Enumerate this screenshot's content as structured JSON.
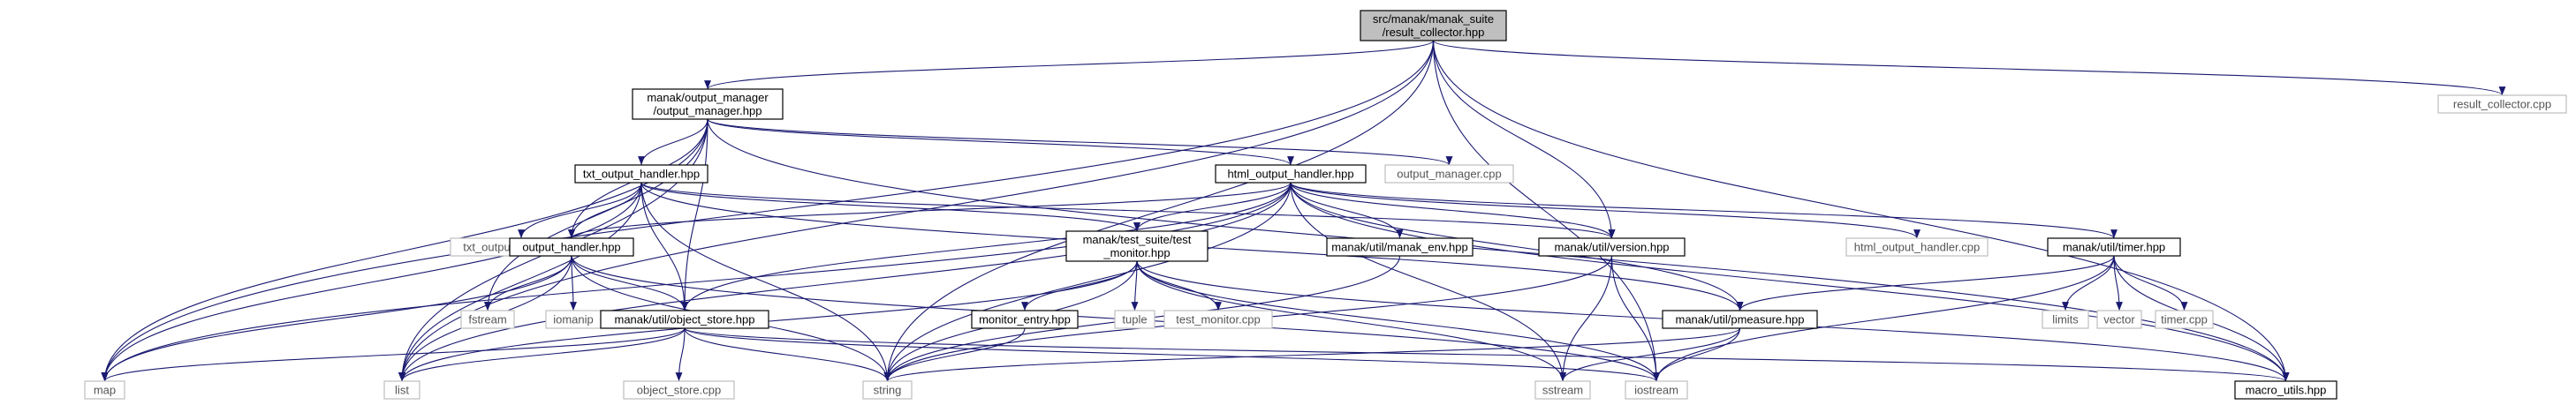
{
  "diagram": {
    "colors": {
      "edge": "#191970",
      "root_fill": "#bfbfbf",
      "node_fill": "#ffffff",
      "node_border": "#000000",
      "leaf_border": "#bfbfbf"
    },
    "nodes": [
      {
        "id": "root",
        "lines": [
          "src/manak/manak_suite",
          "/result_collector.hpp"
        ],
        "kind": "root"
      },
      {
        "id": "output_manager",
        "lines": [
          "manak/output_manager",
          "/output_manager.hpp"
        ],
        "kind": "file"
      },
      {
        "id": "result_collector_cpp",
        "lines": [
          "result_collector.cpp"
        ],
        "kind": "leaf"
      },
      {
        "id": "txt_output_handler",
        "lines": [
          "txt_output_handler.hpp"
        ],
        "kind": "file"
      },
      {
        "id": "html_output_handler",
        "lines": [
          "html_output_handler.hpp"
        ],
        "kind": "file"
      },
      {
        "id": "output_manager_cpp",
        "lines": [
          "output_manager.cpp"
        ],
        "kind": "leaf"
      },
      {
        "id": "txt_output_handler_cpp",
        "lines": [
          "txt_output_handler.cpp"
        ],
        "kind": "leaf"
      },
      {
        "id": "output_handler",
        "lines": [
          "output_handler.hpp"
        ],
        "kind": "file"
      },
      {
        "id": "test_monitor",
        "lines": [
          "manak/test_suite/test",
          "_monitor.hpp"
        ],
        "kind": "file"
      },
      {
        "id": "manak_env",
        "lines": [
          "manak/util/manak_env.hpp"
        ],
        "kind": "file"
      },
      {
        "id": "version",
        "lines": [
          "manak/util/version.hpp"
        ],
        "kind": "file"
      },
      {
        "id": "html_output_handler_cpp",
        "lines": [
          "html_output_handler.cpp"
        ],
        "kind": "leaf"
      },
      {
        "id": "timer",
        "lines": [
          "manak/util/timer.hpp"
        ],
        "kind": "file"
      },
      {
        "id": "fstream",
        "lines": [
          "fstream"
        ],
        "kind": "leaf"
      },
      {
        "id": "iomanip",
        "lines": [
          "iomanip"
        ],
        "kind": "leaf"
      },
      {
        "id": "object_store",
        "lines": [
          "manak/util/object_store.hpp"
        ],
        "kind": "file"
      },
      {
        "id": "monitor_entry",
        "lines": [
          "monitor_entry.hpp"
        ],
        "kind": "file"
      },
      {
        "id": "tuple",
        "lines": [
          "tuple"
        ],
        "kind": "leaf"
      },
      {
        "id": "test_monitor_cpp",
        "lines": [
          "test_monitor.cpp"
        ],
        "kind": "leaf"
      },
      {
        "id": "pmeasure",
        "lines": [
          "manak/util/pmeasure.hpp"
        ],
        "kind": "file"
      },
      {
        "id": "limits",
        "lines": [
          "limits"
        ],
        "kind": "leaf"
      },
      {
        "id": "vector",
        "lines": [
          "vector"
        ],
        "kind": "leaf"
      },
      {
        "id": "timer_cpp",
        "lines": [
          "timer.cpp"
        ],
        "kind": "leaf"
      },
      {
        "id": "map",
        "lines": [
          "map"
        ],
        "kind": "leaf"
      },
      {
        "id": "list",
        "lines": [
          "list"
        ],
        "kind": "leaf"
      },
      {
        "id": "object_store_cpp",
        "lines": [
          "object_store.cpp"
        ],
        "kind": "leaf"
      },
      {
        "id": "string",
        "lines": [
          "string"
        ],
        "kind": "leaf"
      },
      {
        "id": "sstream",
        "lines": [
          "sstream"
        ],
        "kind": "leaf"
      },
      {
        "id": "iostream",
        "lines": [
          "iostream"
        ],
        "kind": "leaf"
      },
      {
        "id": "macro_utils",
        "lines": [
          "macro_utils.hpp"
        ],
        "kind": "file"
      }
    ],
    "edges": [
      [
        "root",
        "output_manager"
      ],
      [
        "root",
        "result_collector_cpp"
      ],
      [
        "root",
        "map"
      ],
      [
        "root",
        "list"
      ],
      [
        "root",
        "string"
      ],
      [
        "root",
        "version"
      ],
      [
        "root",
        "iostream"
      ],
      [
        "root",
        "macro_utils"
      ],
      [
        "output_manager",
        "txt_output_handler"
      ],
      [
        "output_manager",
        "html_output_handler"
      ],
      [
        "output_manager",
        "output_manager_cpp"
      ],
      [
        "output_manager",
        "output_handler"
      ],
      [
        "output_manager",
        "object_store"
      ],
      [
        "output_manager",
        "map"
      ],
      [
        "output_manager",
        "list"
      ],
      [
        "output_manager",
        "fstream"
      ],
      [
        "output_manager",
        "macro_utils"
      ],
      [
        "txt_output_handler",
        "txt_output_handler_cpp"
      ],
      [
        "txt_output_handler",
        "output_handler"
      ],
      [
        "txt_output_handler",
        "test_monitor"
      ],
      [
        "txt_output_handler",
        "object_store"
      ],
      [
        "txt_output_handler",
        "map"
      ],
      [
        "txt_output_handler",
        "list"
      ],
      [
        "txt_output_handler",
        "string"
      ],
      [
        "txt_output_handler",
        "version"
      ],
      [
        "txt_output_handler",
        "pmeasure"
      ],
      [
        "html_output_handler",
        "output_handler"
      ],
      [
        "html_output_handler",
        "test_monitor"
      ],
      [
        "html_output_handler",
        "manak_env"
      ],
      [
        "html_output_handler",
        "version"
      ],
      [
        "html_output_handler",
        "html_output_handler_cpp"
      ],
      [
        "html_output_handler",
        "timer"
      ],
      [
        "html_output_handler",
        "object_store"
      ],
      [
        "html_output_handler",
        "pmeasure"
      ],
      [
        "html_output_handler",
        "map"
      ],
      [
        "html_output_handler",
        "list"
      ],
      [
        "html_output_handler",
        "string"
      ],
      [
        "html_output_handler",
        "sstream"
      ],
      [
        "html_output_handler",
        "macro_utils"
      ],
      [
        "output_handler",
        "fstream"
      ],
      [
        "output_handler",
        "iomanip"
      ],
      [
        "output_handler",
        "object_store"
      ],
      [
        "output_handler",
        "map"
      ],
      [
        "output_handler",
        "list"
      ],
      [
        "output_handler",
        "string"
      ],
      [
        "output_handler",
        "iostream"
      ],
      [
        "test_monitor",
        "monitor_entry"
      ],
      [
        "test_monitor",
        "tuple"
      ],
      [
        "test_monitor",
        "test_monitor_cpp"
      ],
      [
        "test_monitor",
        "list"
      ],
      [
        "test_monitor",
        "string"
      ],
      [
        "test_monitor",
        "sstream"
      ],
      [
        "test_monitor",
        "iostream"
      ],
      [
        "test_monitor",
        "macro_utils"
      ],
      [
        "manak_env",
        "string"
      ],
      [
        "version",
        "string"
      ],
      [
        "version",
        "sstream"
      ],
      [
        "version",
        "iostream"
      ],
      [
        "timer",
        "pmeasure"
      ],
      [
        "timer",
        "limits"
      ],
      [
        "timer",
        "vector"
      ],
      [
        "timer",
        "timer_cpp"
      ],
      [
        "timer",
        "iostream"
      ],
      [
        "timer",
        "macro_utils"
      ],
      [
        "object_store",
        "object_store_cpp"
      ],
      [
        "object_store",
        "map"
      ],
      [
        "object_store",
        "list"
      ],
      [
        "object_store",
        "string"
      ],
      [
        "object_store",
        "iostream"
      ],
      [
        "object_store",
        "macro_utils"
      ],
      [
        "monitor_entry",
        "string"
      ],
      [
        "pmeasure",
        "sstream"
      ],
      [
        "pmeasure",
        "iostream"
      ],
      [
        "pmeasure",
        "string"
      ]
    ]
  }
}
